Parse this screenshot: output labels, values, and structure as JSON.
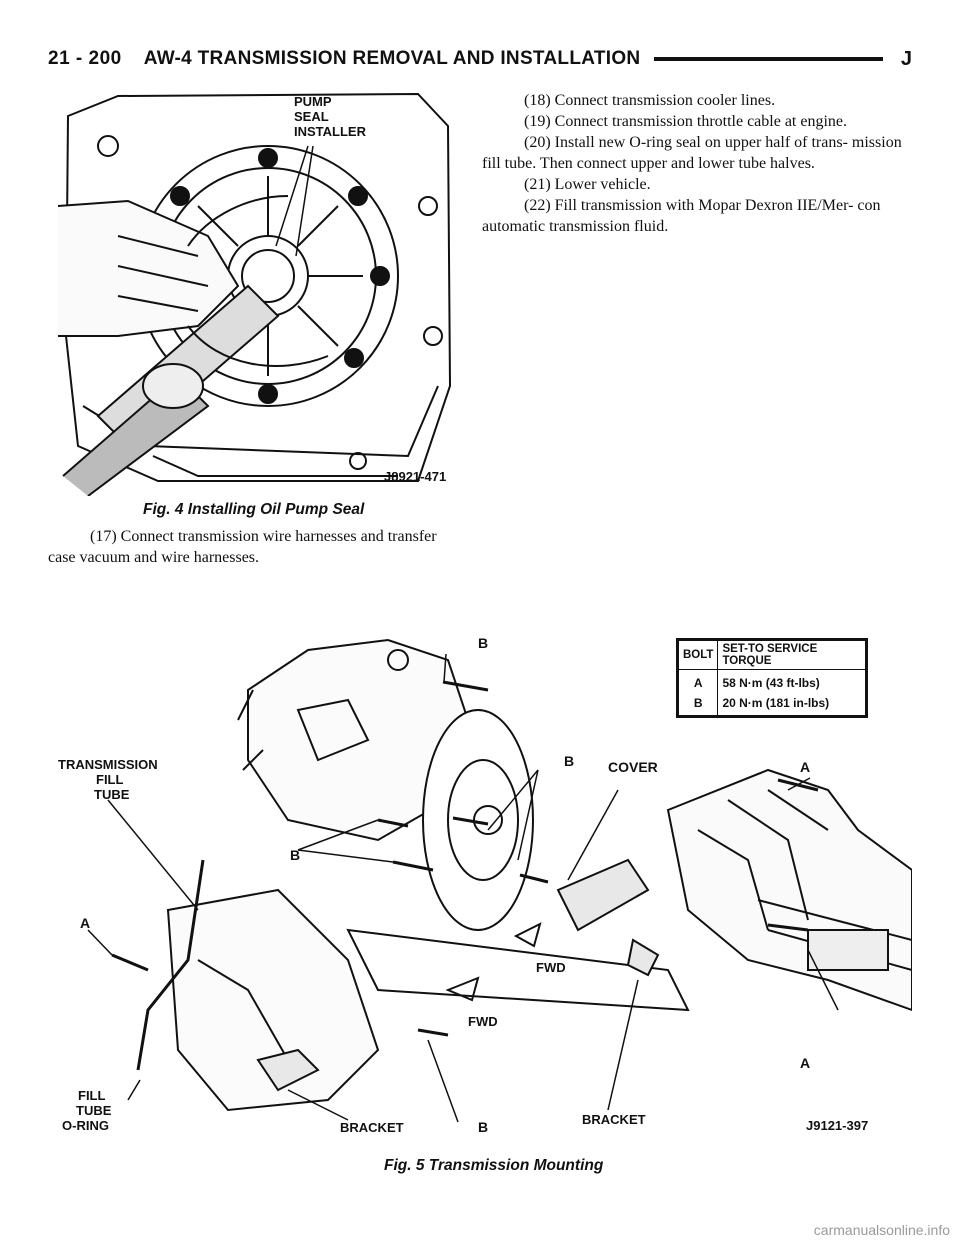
{
  "header": {
    "page_number": "21 - 200",
    "title": "AW-4 TRANSMISSION REMOVAL AND INSTALLATION",
    "section_letter": "J"
  },
  "figure4": {
    "label_tool": [
      "PUMP",
      "SEAL",
      "INSTALLER"
    ],
    "code": "J8921-471",
    "caption": "Fig. 4 Installing Oil Pump Seal"
  },
  "left_text": {
    "step17": "(17) Connect transmission wire harnesses and transfer case vacuum and wire harnesses."
  },
  "right_text": {
    "steps": [
      "(18) Connect transmission cooler lines.",
      "(19) Connect transmission throttle cable at engine.",
      "(20) Install new O-ring seal on upper half of trans- mission fill tube. Then connect upper and lower tube halves.",
      "(21) Lower vehicle.",
      "(22) Fill transmission with Mopar Dexron IIE/Mer- con automatic transmission fluid."
    ]
  },
  "figure5": {
    "torque_table": {
      "headers": [
        "BOLT",
        "SET-TO SERVICE TORQUE"
      ],
      "rows": [
        {
          "bolt": "A",
          "torque": "58 N·m (43 ft-lbs)"
        },
        {
          "bolt": "B",
          "torque": "20 N·m (181 in-lbs)"
        }
      ]
    },
    "labels": {
      "fill_tube": [
        "TRANSMISSION",
        "FILL",
        "TUBE"
      ],
      "cover": "COVER",
      "fwd": "FWD",
      "fill_tube_oring": [
        "FILL",
        "TUBE",
        "O-RING"
      ],
      "bracket": "BRACKET",
      "a": "A",
      "b": "B"
    },
    "code": "J9121-397",
    "caption": "Fig. 5 Transmission Mounting"
  },
  "watermark": "carmanualsonline.info"
}
